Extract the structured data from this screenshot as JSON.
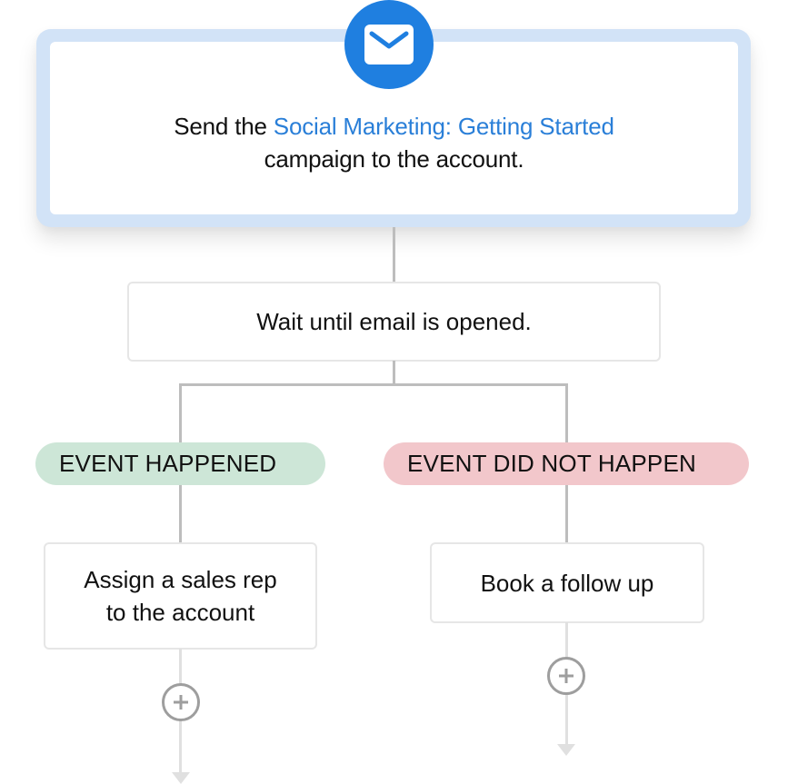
{
  "campaign_step": {
    "icon": "mail-icon",
    "prefix": "Send the",
    "campaign_name": "Social Marketing: Getting Started",
    "suffix": "campaign to the account.",
    "badge_color": "#1f7fe0",
    "link_color": "#2a7fd8",
    "frame_color": "#d2e3f7"
  },
  "wait_step": {
    "label": "Wait until email is opened."
  },
  "branches": [
    {
      "condition_label": "EVENT HAPPENED",
      "condition_color": "#cde6d7",
      "action_line1": "Assign a sales rep",
      "action_line2": "to the account",
      "add_icon": "plus-icon",
      "end_icon": "arrow-down-icon"
    },
    {
      "condition_label": "EVENT DID NOT HAPPEN",
      "condition_color": "#f2c7cb",
      "action_line1": "Book a follow up",
      "action_line2": "",
      "add_icon": "plus-icon",
      "end_icon": "arrow-down-icon"
    }
  ]
}
